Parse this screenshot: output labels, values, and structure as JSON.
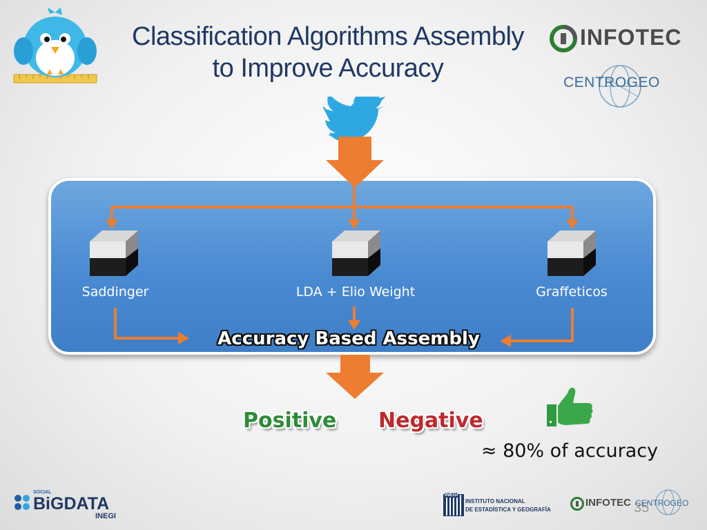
{
  "slide": {
    "title_line1": "Classification Algorithms Assembly",
    "title_line2": "to Improve Accuracy",
    "page_number": "35"
  },
  "diagram": {
    "nodes": [
      {
        "id": "saddinger",
        "label": "Saddinger"
      },
      {
        "id": "lda",
        "label": "LDA + Elio Weight"
      },
      {
        "id": "graffeticos",
        "label": "Graffeticos"
      }
    ],
    "assembly_label": "Accuracy Based Assembly",
    "positive_label": "Positive",
    "negative_label": "Negative",
    "accuracy_text": "≈ 80% of accuracy"
  },
  "logos": {
    "infotec_top": "INFOTEC",
    "centrogeo_top": "CENTROGEO",
    "bigdata_small": "SOCIAL",
    "bigdata": "BiGDATA",
    "bigdata_sub": "INEGI",
    "inegi_small": "INEGI",
    "inegi_line1": "INSTITUTO NACIONAL",
    "inegi_line2": "DE ESTADÍSTICA Y GEOGRAFÍA",
    "infotec_bottom": "INFOTEC",
    "centrogeo_bottom": "CENTROGEO"
  },
  "colors": {
    "title": "#1f3864",
    "arrow": "#ed7d31",
    "panel": "#4a8ad2",
    "positive": "#2e8b3a",
    "negative": "#c0282d",
    "thumb": "#3aa84a",
    "twitter": "#2fa8e1"
  },
  "icons": {
    "twitter": "twitter-bird-icon",
    "thumb": "thumbs-up-icon",
    "mascot": "blue-bird-mascot-icon",
    "cube": "glass-cube-icon"
  }
}
